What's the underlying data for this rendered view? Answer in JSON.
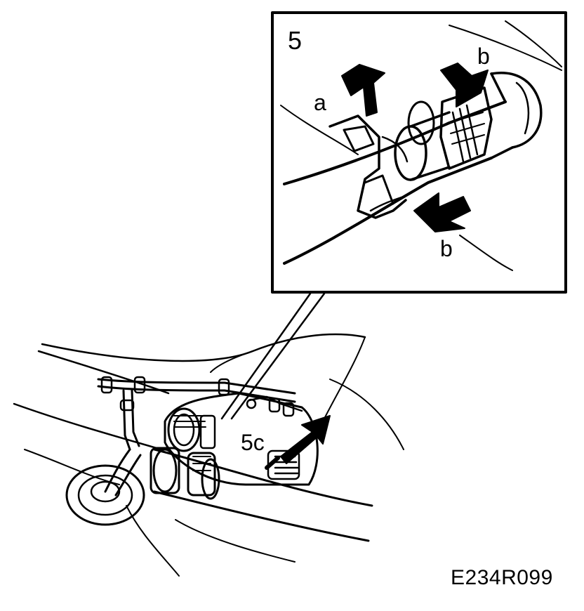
{
  "figure": {
    "inset_number": "5",
    "callouts": {
      "a": "a",
      "b_top": "b",
      "b_bottom": "b",
      "step_5c": "5c"
    },
    "figure_code": "E234R099"
  },
  "colors": {
    "line": "#000000",
    "background": "#ffffff"
  },
  "icons": [
    "arrow-down-left-icon",
    "arrow-up-left-icon",
    "double-arrow-icon"
  ]
}
